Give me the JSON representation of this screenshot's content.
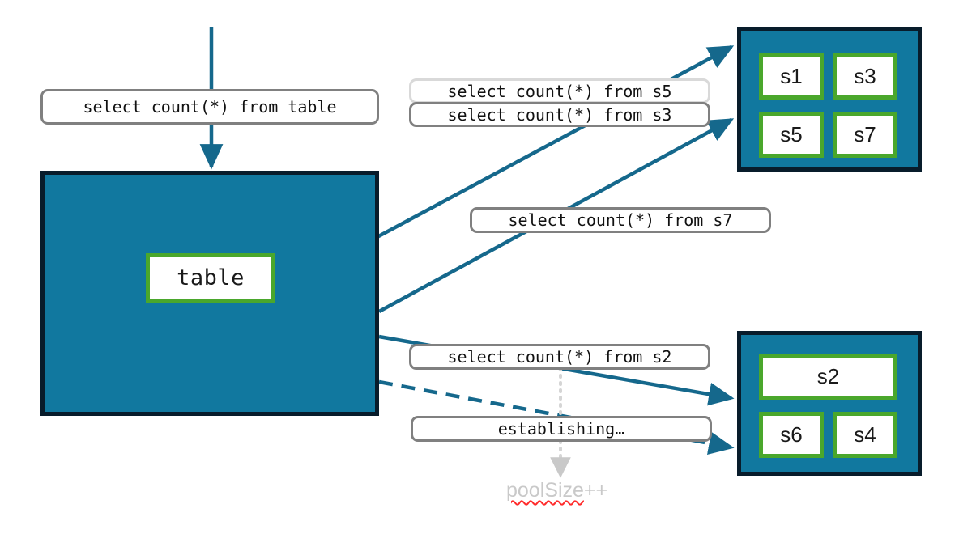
{
  "diagram": {
    "title": "database connection pool query routing",
    "colors": {
      "pool_fill": "#11789f",
      "pool_border": "#081c2b",
      "node_border": "#4aa72c",
      "wire": "#15688c",
      "pill_border": "#808080",
      "pill_border_faded": "#d9d9d9",
      "note_text": "#c9c9c9",
      "spellcheck_underline": "#ff2b2b"
    }
  },
  "database": {
    "label": "table"
  },
  "incoming_query": {
    "label": "select count(*) from table"
  },
  "queries": [
    {
      "id": "s5",
      "label": "select count(*) from s5",
      "state": "faded"
    },
    {
      "id": "s3",
      "label": "select count(*) from s3",
      "state": "active"
    },
    {
      "id": "s7",
      "label": "select count(*) from s7",
      "state": "active"
    },
    {
      "id": "s2",
      "label": "select count(*) from s2",
      "state": "active"
    },
    {
      "id": "establishing",
      "label": "establishing…",
      "state": "active"
    }
  ],
  "pools": [
    {
      "name": "upper-pool",
      "connections": [
        {
          "label": "s1"
        },
        {
          "label": "s3"
        },
        {
          "label": "s5"
        },
        {
          "label": "s7"
        }
      ]
    },
    {
      "name": "lower-pool",
      "connections": [
        {
          "label": "s2"
        },
        {
          "label": "s6"
        },
        {
          "label": "s4"
        }
      ]
    }
  ],
  "note": {
    "misspelled": "poolSize",
    "suffix": "++"
  }
}
